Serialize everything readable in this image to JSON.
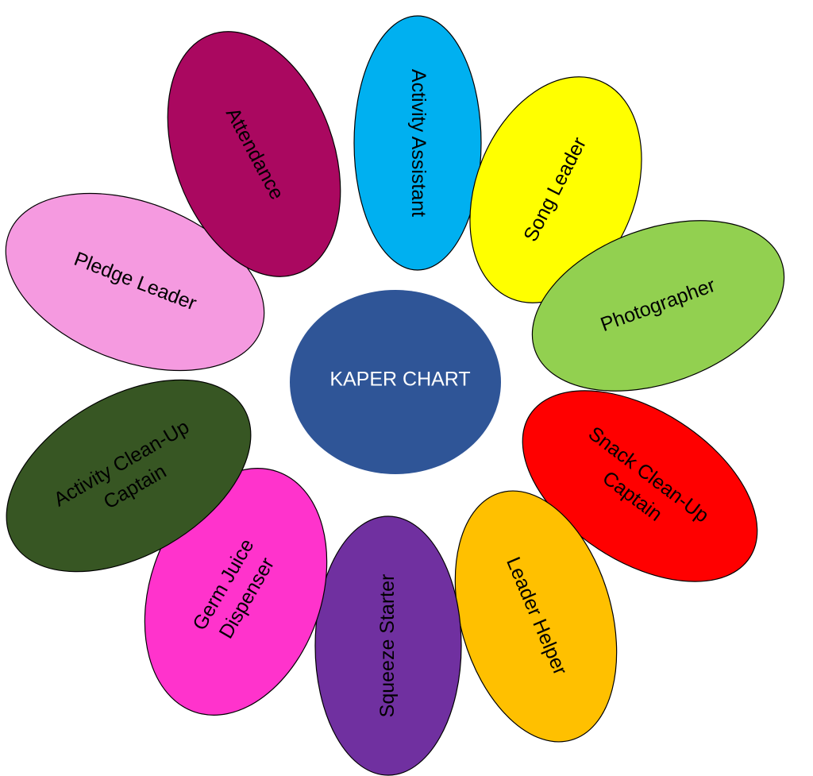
{
  "center": {
    "label": "KAPER CHART",
    "fill": "#2F5597",
    "text_color": "#FFFFFF"
  },
  "petals": [
    {
      "id": "activity-assistant",
      "lines": [
        "Activity Assistant"
      ],
      "fill": "#00B0F0"
    },
    {
      "id": "song-leader",
      "lines": [
        "Song Leader"
      ],
      "fill": "#FFFF00"
    },
    {
      "id": "photographer",
      "lines": [
        "Photographer"
      ],
      "fill": "#92D050"
    },
    {
      "id": "snack-clean-up-captain",
      "lines": [
        "Snack Clean-Up",
        "Captain"
      ],
      "fill": "#FF0000"
    },
    {
      "id": "leader-helper",
      "lines": [
        "Leader Helper"
      ],
      "fill": "#FFC000"
    },
    {
      "id": "squeeze-starter",
      "lines": [
        "Squeeze Starter"
      ],
      "fill": "#7030A0"
    },
    {
      "id": "germ-juice-dispenser",
      "lines": [
        "Germ Juice",
        "Dispenser"
      ],
      "fill": "#FF33CC"
    },
    {
      "id": "activity-clean-up-captain",
      "lines": [
        "Activity Clean-Up",
        "Captain"
      ],
      "fill": "#375623"
    },
    {
      "id": "pledge-leader",
      "lines": [
        "Pledge Leader"
      ],
      "fill": "#F59AE0"
    },
    {
      "id": "attendance",
      "lines": [
        "Attendance"
      ],
      "fill": "#AA0860"
    }
  ]
}
